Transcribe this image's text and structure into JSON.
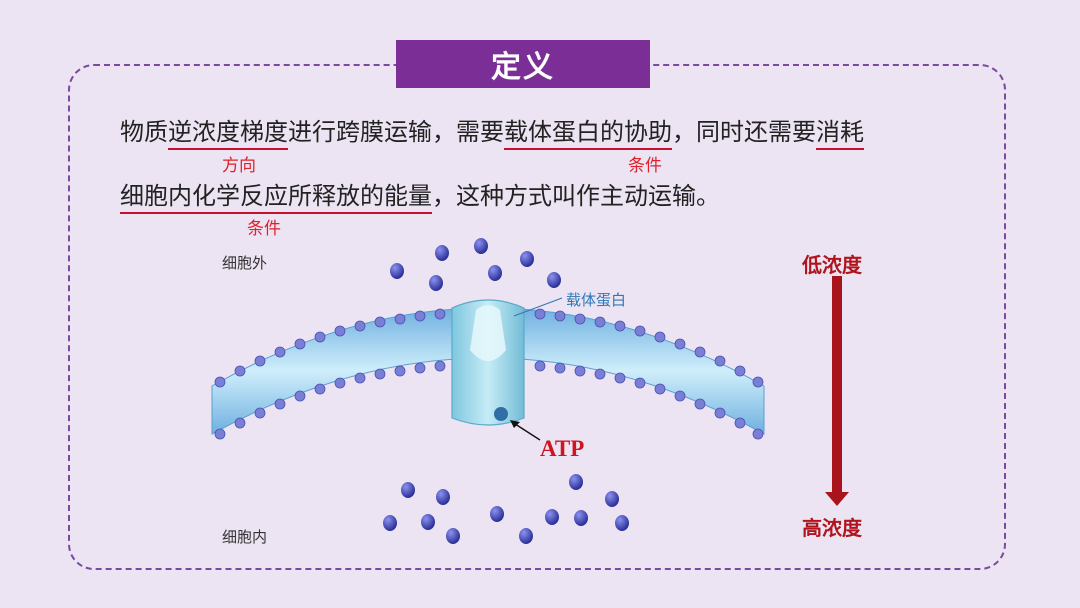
{
  "header": {
    "title": "定义"
  },
  "paragraph": {
    "l1_a": "物质",
    "l1_b": "逆浓度梯度",
    "l1_c": "进行跨膜运输，需要",
    "l1_d": "载体蛋白的协助",
    "l1_e": "，同时还需要",
    "l1_f": "消耗",
    "l2_a": "细胞内化学反应所释放的能量",
    "l2_b": "，这种方式叫作主动运输。"
  },
  "notes": {
    "direction": "方向",
    "condition1": "条件",
    "condition2": "条件"
  },
  "diagram": {
    "outside_label": "细胞外",
    "inside_label": "细胞内",
    "carrier_label": "载体蛋白",
    "atp_label": "ATP",
    "low_concentration": "低浓度",
    "high_concentration": "高浓度",
    "colors": {
      "arrow": "#a9141c",
      "molecule": "#3a3fa8",
      "membrane_head": "#7a7fd6",
      "membrane_core": "#8fc6ec"
    }
  }
}
